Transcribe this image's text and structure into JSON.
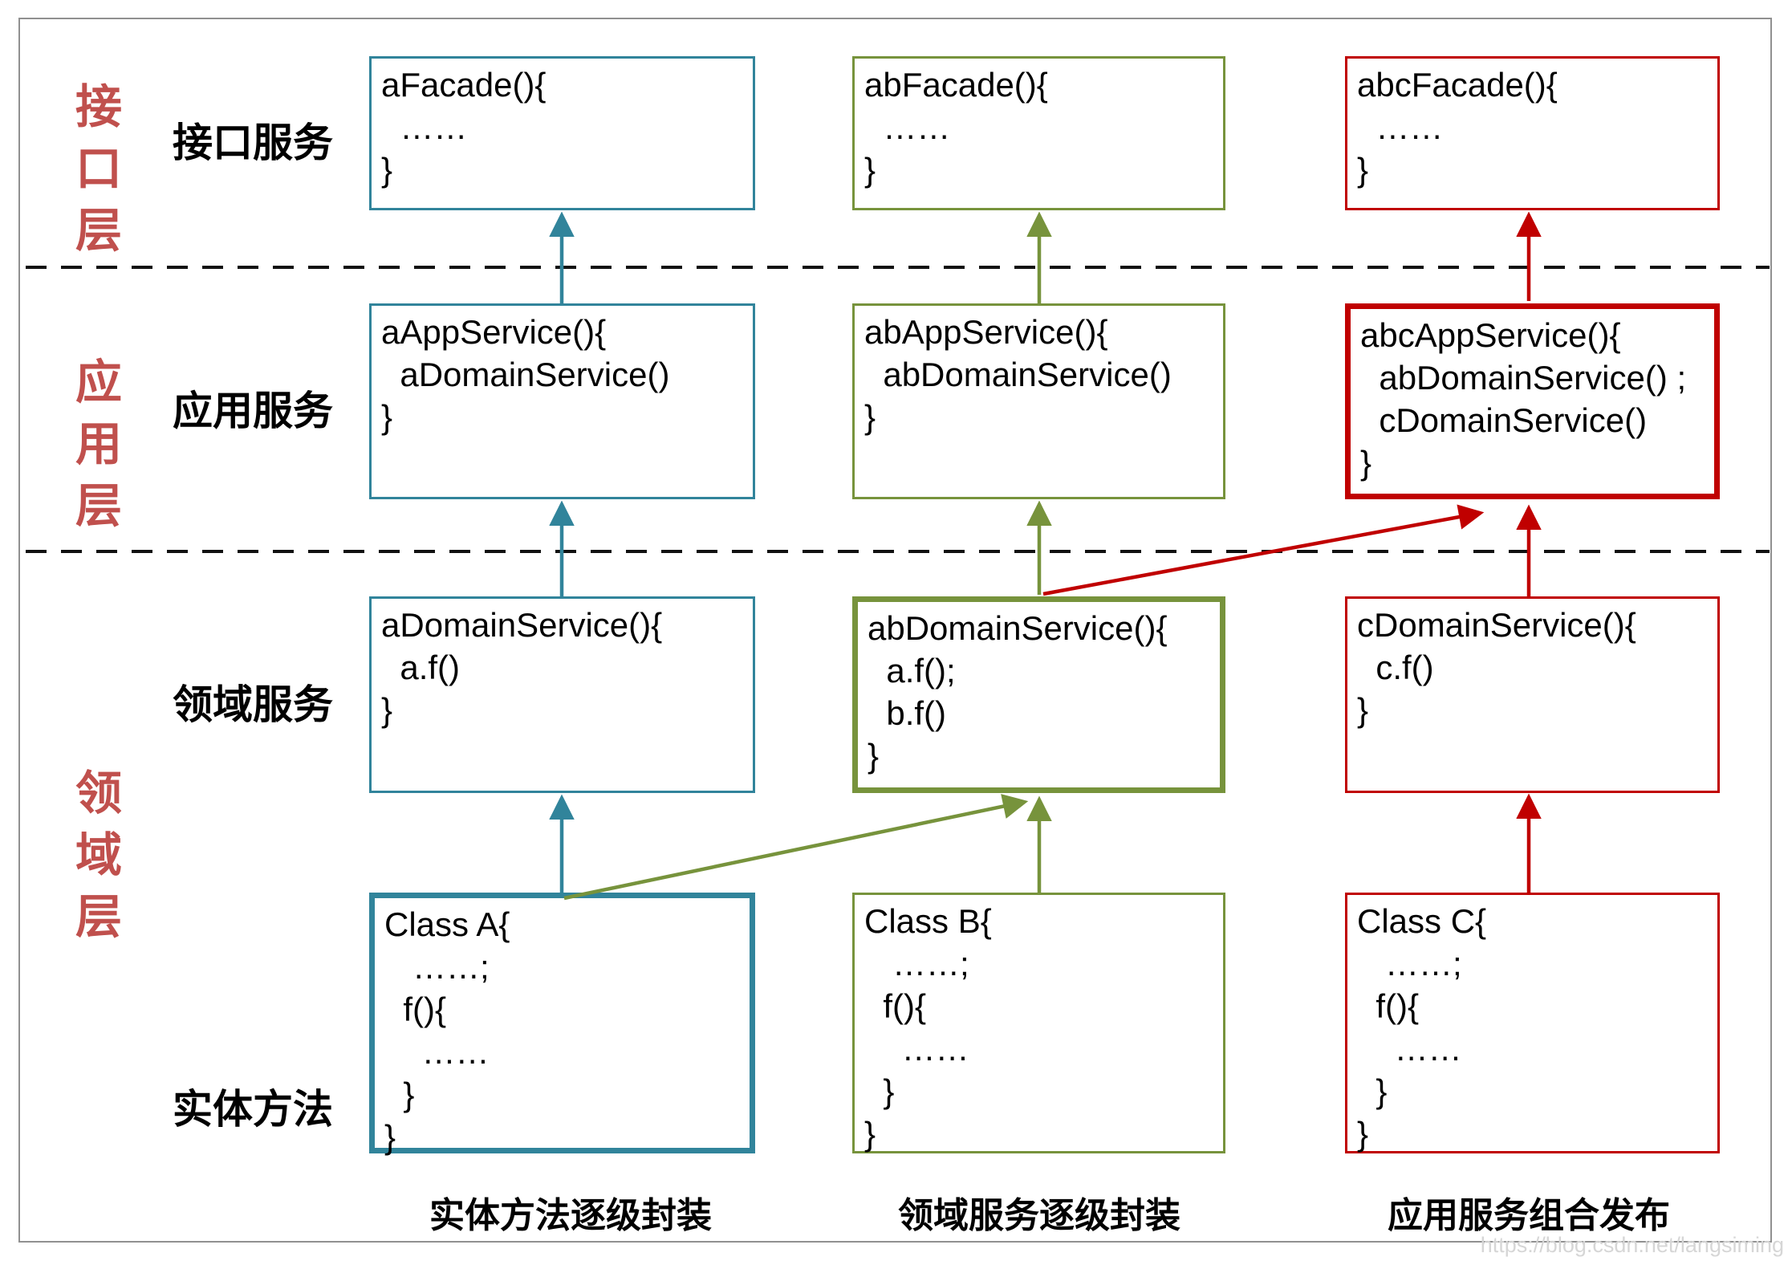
{
  "colors": {
    "teal": "#31849b",
    "green": "#77933c",
    "red": "#c00000",
    "layer": "#c0504d",
    "dash": "#111111",
    "frame": "#909090",
    "watermark": "#d6d6d6",
    "code": "#000000"
  },
  "layers": {
    "interface": "接口层",
    "application": "应用层",
    "domain": "领域层"
  },
  "row_labels": {
    "interface_service": "接口服务",
    "app_service": "应用服务",
    "domain_service": "领域服务",
    "entity_method": "实体方法"
  },
  "boxes": {
    "a_facade": {
      "lines": [
        "aFacade(){",
        "  ……",
        "}"
      ]
    },
    "ab_facade": {
      "lines": [
        "abFacade(){",
        "  ……",
        "}"
      ]
    },
    "abc_facade": {
      "lines": [
        "abcFacade(){",
        "  ……",
        "}"
      ]
    },
    "a_app_service": {
      "lines": [
        "aAppService(){",
        "  aDomainService()",
        "}"
      ]
    },
    "ab_app_service": {
      "lines": [
        "abAppService(){",
        "  abDomainService()",
        "}"
      ]
    },
    "abc_app_service": {
      "lines": [
        "abcAppService(){",
        "  abDomainService() ;",
        "  cDomainService()",
        "}"
      ]
    },
    "a_domain_service": {
      "lines": [
        "aDomainService(){",
        "  a.f()",
        "}"
      ]
    },
    "ab_domain_service": {
      "lines": [
        "abDomainService(){",
        "  a.f();",
        "  b.f()",
        "}"
      ]
    },
    "c_domain_service": {
      "lines": [
        "cDomainService(){",
        "  c.f()",
        "}"
      ]
    },
    "class_a": {
      "lines": [
        "Class A{",
        "   ……;",
        "  f(){",
        "    ……",
        "  }",
        "}"
      ]
    },
    "class_b": {
      "lines": [
        "Class B{",
        "   ……;",
        "  f(){",
        "    ……",
        "  }",
        "}"
      ]
    },
    "class_c": {
      "lines": [
        "Class C{",
        "   ……;",
        "  f(){",
        "    ……",
        "  }",
        "}"
      ]
    }
  },
  "captions": {
    "col1": "实体方法逐级封装",
    "col2": "领域服务逐级封装",
    "col3": "应用服务组合发布"
  },
  "watermark": "https://blog.csdn.net/langsiming"
}
